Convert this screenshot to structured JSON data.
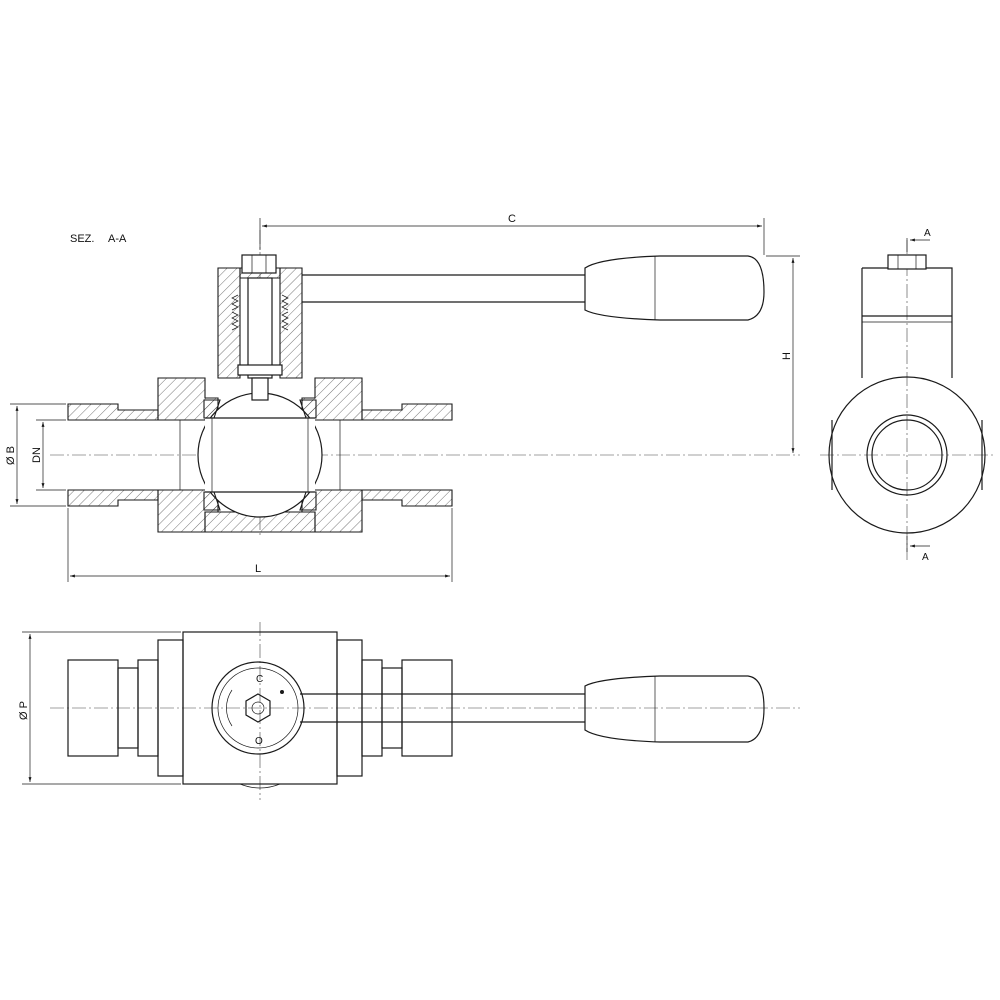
{
  "section_title": {
    "prefix": "SEZ.",
    "name": "A-A"
  },
  "dimensions": {
    "C": "C",
    "H": "H",
    "L": "L",
    "B": "Ø B",
    "DN": "DN",
    "P": "Ø P"
  },
  "section_markers": {
    "top": "A",
    "bottom": "A"
  },
  "handle_markings": {
    "closed": "C",
    "open": "O"
  },
  "colors": {
    "line": "#1a1a1a",
    "background": "#ffffff"
  }
}
